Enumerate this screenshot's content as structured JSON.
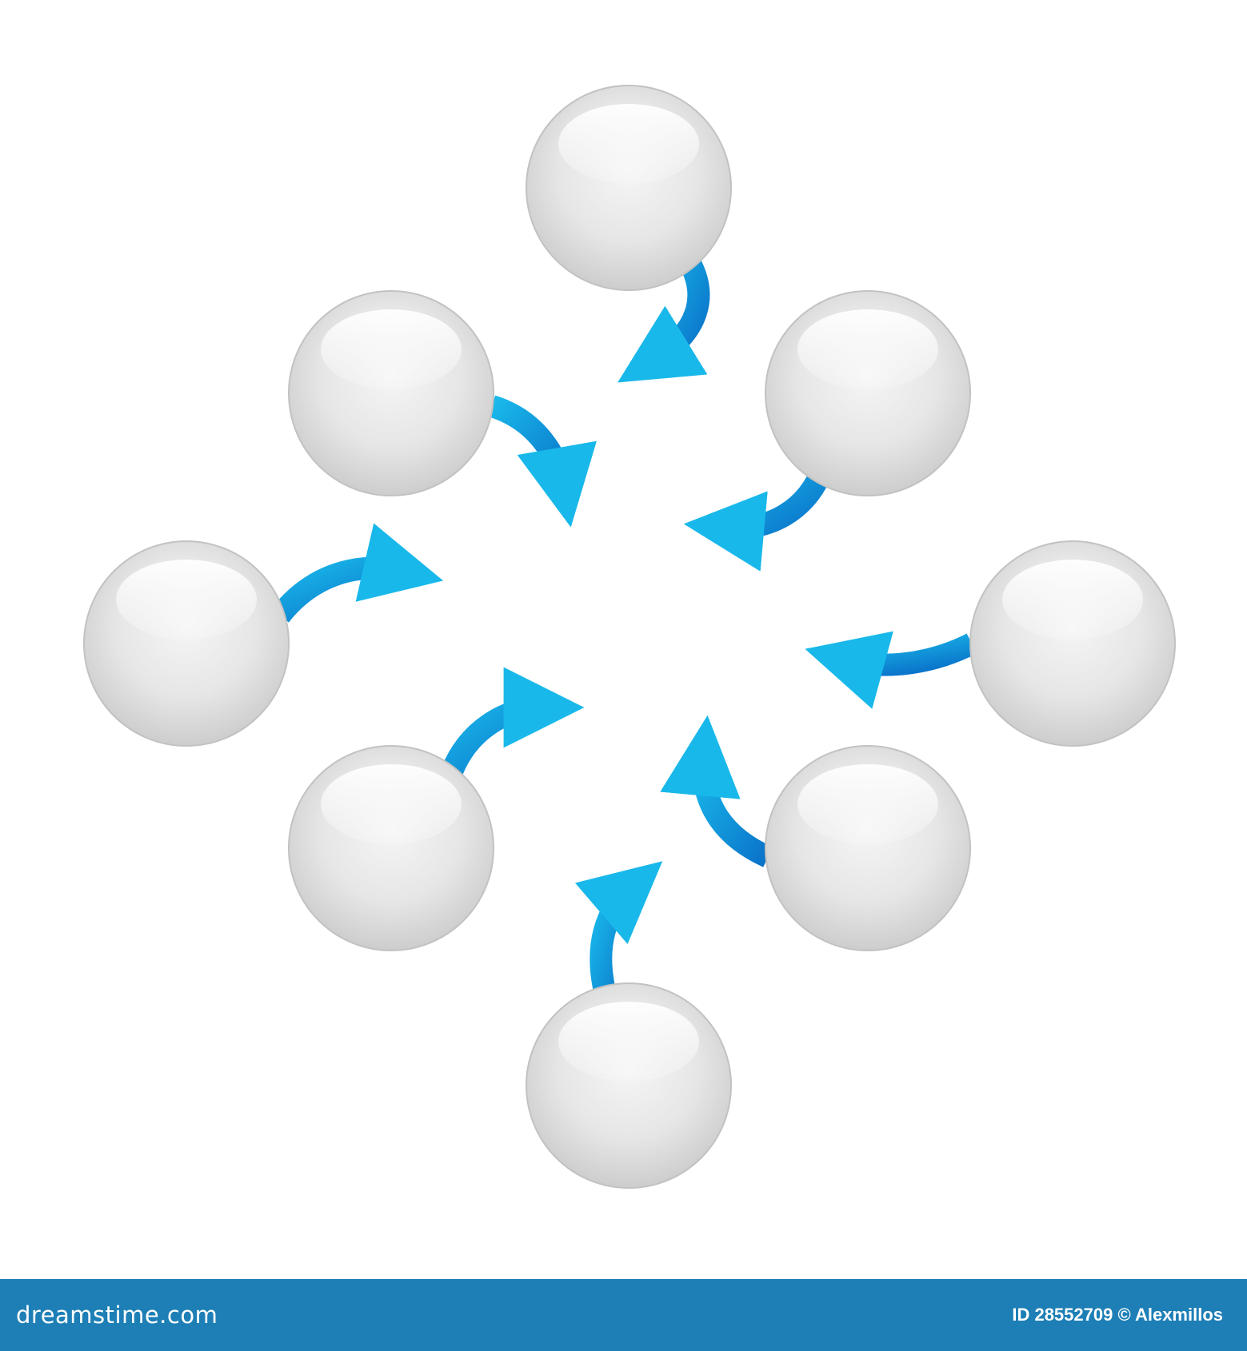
{
  "colors": {
    "background": "#ffffff",
    "node_fill": "#e6e6e6",
    "node_highlight": "#ffffff",
    "node_shadow": "#c9c9c9",
    "arrow_light": "#19b8ea",
    "arrow_dark": "#0a72c9",
    "footer_bg": "#1d7fb6",
    "footer_text": "#ffffff"
  },
  "diagram": {
    "node_count": 8,
    "arrow_count": 8,
    "node_icon": "blank-grey-sphere",
    "arrow_icon": "curved-arrow",
    "arrow_direction": "inward-to-center"
  },
  "footer": {
    "brand": "dreamstime.com",
    "credit": "ID 28552709 © Alexmillos"
  }
}
